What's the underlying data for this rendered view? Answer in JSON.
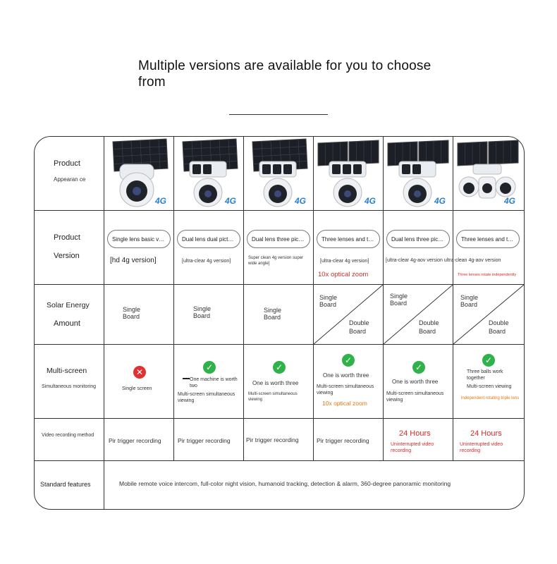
{
  "headline": "Multiple versions are available for you to choose from",
  "row_labels": {
    "appearance_1": "Product",
    "appearance_2": "Appearan ce",
    "version_1": "Product",
    "version_2": "Version",
    "solar_1": "Solar Energy",
    "solar_2": "Amount",
    "multi_1": "Multi-screen",
    "multi_2": "Simultaneous monitoring",
    "video": "Video recording method",
    "standard": "Standard features"
  },
  "badge_4g": "4G",
  "versions": [
    {
      "pill": "Single lens basic version",
      "note": "[hd 4g version]"
    },
    {
      "pill": "Dual lens dual picture",
      "note": "[ultra-clear 4g version]"
    },
    {
      "pill": "Dual lens three picture",
      "note": "Super clean 4g version super wide angle]"
    },
    {
      "pill": "Three lenses and three picture",
      "note": "[ultra-clear 4g version]",
      "extra": "10x optical zoom"
    },
    {
      "pill": "Dual lens three picture",
      "note": "[ultra-clear 4g-aov version ultra-clean 4g-aov version"
    },
    {
      "pill": "Three lenses and three picture",
      "note": "",
      "extra": "Three lenses rotate independently"
    }
  ],
  "solar": {
    "single": "Single Board",
    "double": "Double Board"
  },
  "multi": [
    {
      "main": "Single screen"
    },
    {
      "main": "One machine is worth two",
      "sub": "Multi-screen simultaneous viewing"
    },
    {
      "main": "One is worth three",
      "sub": "Multi-screen simultaneous viewing"
    },
    {
      "main": "One is worth three",
      "sub": "Multi-screen simultaneous viewing",
      "extra": "10x optical zoom"
    },
    {
      "main": "One is worth three",
      "sub": "Multi-screen simultaneous viewing"
    },
    {
      "main": "Three balls work together",
      "sub": "Multi-screen viewing",
      "extra": "Independent rotating triple lens"
    }
  ],
  "video": [
    {
      "main": "Pir trigger recording"
    },
    {
      "main": "Pir trigger recording"
    },
    {
      "main": "Pir trigger recording"
    },
    {
      "main": "Pir trigger recording"
    },
    {
      "main": "24 Hours",
      "sub": "Uninterrupted video recording"
    },
    {
      "main": "24 Hours",
      "sub": "Uninterrupted video recording"
    }
  ],
  "standard_features": "Mobile remote voice intercom, full-color night vision, humanoid tracking, detection & alarm, 360-degree panoramic monitoring",
  "colors": {
    "check": "#2fb24a",
    "cross": "#e03232",
    "red": "#d42a2a",
    "orange": "#e07a10",
    "badge": "#2a7fd6"
  }
}
